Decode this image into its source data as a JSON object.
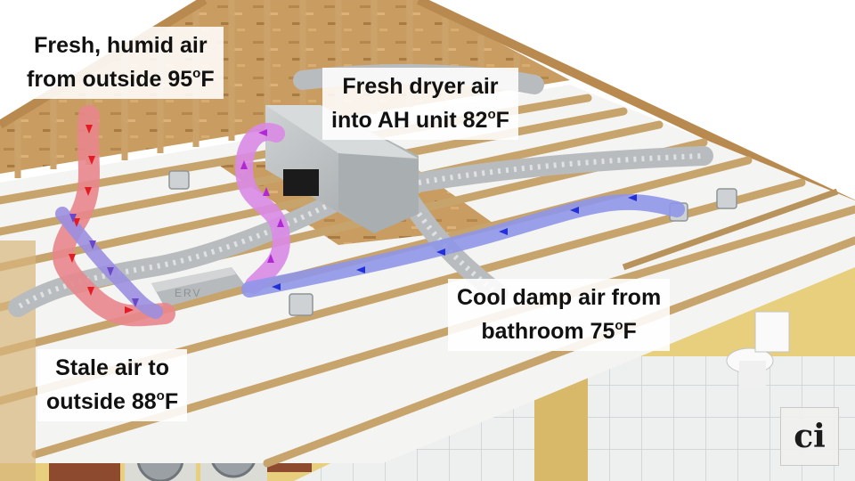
{
  "labels": {
    "fresh_outside": {
      "line1": "Fresh, humid air",
      "line2_text": "from outside 95",
      "degree": "o",
      "unit": "F"
    },
    "fresh_dryer": {
      "line1": "Fresh dryer air",
      "line2_text": "into AH unit 82",
      "degree": "o",
      "unit": "F"
    },
    "stale_outside": {
      "line1": "Stale air to",
      "line2_text": "outside 88",
      "degree": "o",
      "unit": "F"
    },
    "cool_bathroom": {
      "line1": "Cool damp air from",
      "line2_text": "bathroom 75",
      "degree": "o",
      "unit": "F"
    }
  },
  "erv_unit_label": "ERV",
  "logo_text": "ci",
  "colors": {
    "warm_duct": "#e8868c",
    "warm_arrow": "#e31b23",
    "fresh_duct": "#d98ae6",
    "fresh_arrow": "#b227d6",
    "cool_duct": "#8f96e8",
    "cool_arrow": "#2330d8",
    "stale_duct": "#9b8fe0",
    "stale_arrow": "#6a48c8",
    "osb": "#c79a5e",
    "joist": "#c8a46d",
    "ceiling": "#f4f4f2",
    "wall": "#e7cf7e"
  }
}
